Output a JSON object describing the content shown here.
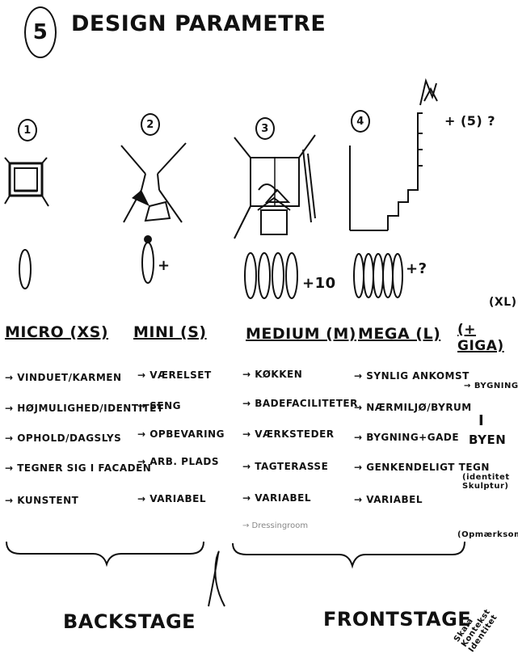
{
  "header": {
    "number": "5",
    "title": "DESIGN PARAMETRE"
  },
  "columns": [
    {
      "number": "1",
      "people": "",
      "heading": "MICRO (XS)",
      "items": [
        "→ VINDUET/KARMEN",
        "→ HØJMULIGHED/IDENTITET",
        "→ OPHOLD/DAGSLYS",
        "→ TEGNER SIG I FACADEN",
        "→ KUNSTENT"
      ]
    },
    {
      "number": "2",
      "people": "+",
      "heading": "MINI (S)",
      "items": [
        "→ VÆRELSET",
        "→ SENG",
        "→ OPBEVARING",
        "→ ARB. PLADS",
        "→ VARIABEL"
      ]
    },
    {
      "number": "3",
      "people": "+10",
      "heading": "MEDIUM (M)",
      "items": [
        "→ KØKKEN",
        "→ BADEFACILITETER",
        "→ VÆRKSTEDER",
        "→ TAGTERASSE",
        "→ VARIABEL"
      ],
      "extra": "→ Dressingroom"
    },
    {
      "number": "4",
      "people": "+?",
      "heading": "MEGA (L)",
      "items": [
        "→ SYNLIG ANKOMST",
        "→ NÆRMILJØ/BYRUM",
        "→ BYGNING+GADE",
        "→ GENKENDELIGT TEGN",
        "→ VARIABEL"
      ]
    }
  ],
  "extra_column": {
    "top_note": "(XL)",
    "heading": "(+ GIGA)",
    "items": [
      "→ BYGNINGEN",
      "I",
      "BYEN",
      "(identitet Skulptur)",
      "(Opmærksomhed"
    ],
    "side_note": "Skala Kontekst Identitet"
  },
  "sketch4_note": "+ (5) ?",
  "footer": {
    "left": "BACKSTAGE",
    "right": "FRONTSTAGE"
  }
}
